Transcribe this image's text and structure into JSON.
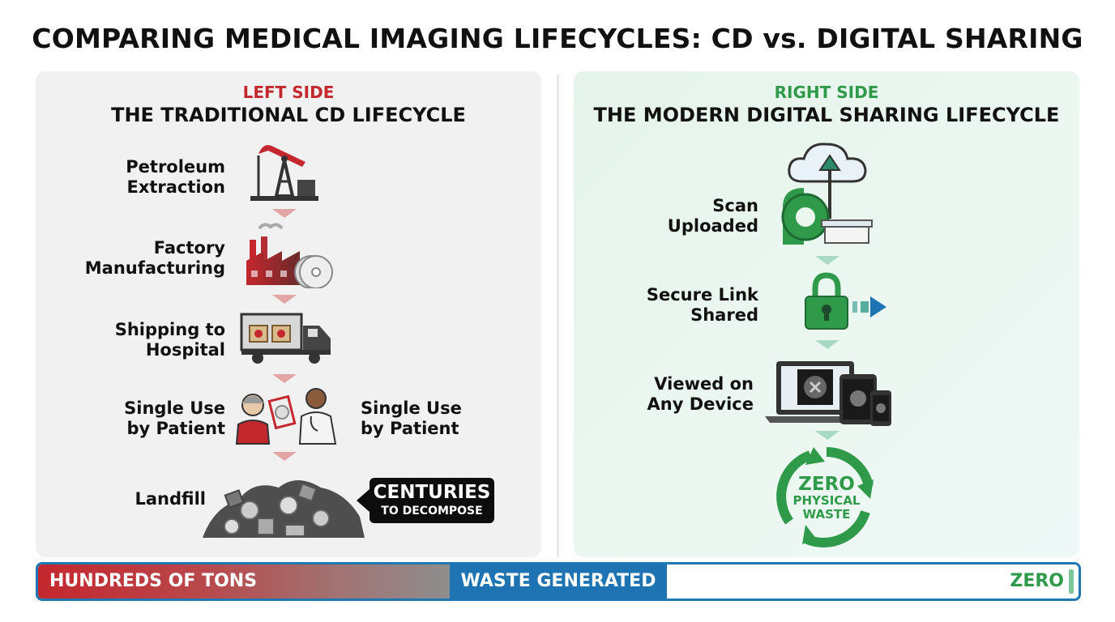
{
  "title": "COMPARING MEDICAL IMAGING LIFECYCLES: CD vs. DIGITAL SHARING",
  "left": {
    "tag": "LEFT SIDE",
    "heading": "THE TRADITIONAL CD LIFECYCLE",
    "steps": [
      {
        "line1": "Petroleum",
        "line2": "Extraction",
        "icon": "oil-pump-icon"
      },
      {
        "line1": "Factory",
        "line2": "Manufacturing",
        "icon": "factory-icon"
      },
      {
        "line1": "Shipping to",
        "line2": "Hospital",
        "icon": "truck-icon"
      },
      {
        "line1": "Single Use",
        "line2": "by Patient",
        "icon": "patient-doctor-icon"
      },
      {
        "line1": "Landfill",
        "line2": "",
        "icon": "landfill-icon"
      }
    ],
    "extra_label": {
      "line1": "Single Use",
      "line2": "by Patient"
    },
    "callout": {
      "big": "CENTURIES",
      "small": "TO DECOMPOSE"
    }
  },
  "right": {
    "tag": "RIGHT SIDE",
    "heading": "THE MODERN DIGITAL SHARING LIFECYCLE",
    "steps": [
      {
        "line1": "Scan",
        "line2": "Uploaded",
        "icon": "cloud-upload-scanner-icon"
      },
      {
        "line1": "Secure Link",
        "line2": "Shared",
        "icon": "lock-icon"
      },
      {
        "line1": "Viewed on",
        "line2": "Any Device",
        "icon": "devices-icon"
      }
    ],
    "recycle": {
      "line1": "ZERO",
      "line2": "PHYSICAL",
      "line3": "WASTE"
    }
  },
  "bar": {
    "left_label": "HUNDREDS OF TONS",
    "mid_label": "WASTE GENERATED",
    "right_label": "ZERO"
  },
  "colors": {
    "red": "#c3282f",
    "green": "#2f9a49",
    "blue": "#1e73b3"
  }
}
